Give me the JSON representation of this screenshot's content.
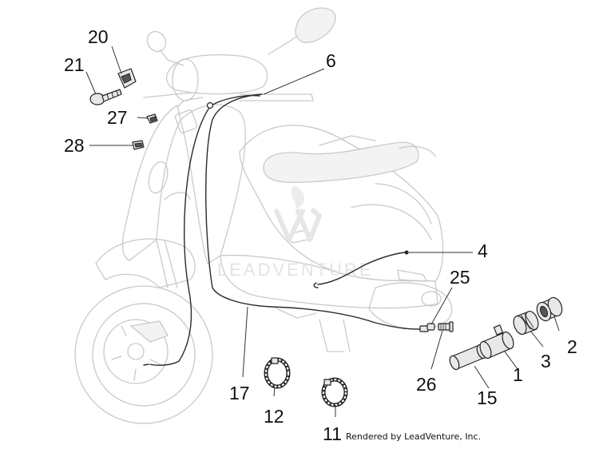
{
  "credit": "Rendered by LeadVenture, Inc.",
  "watermark": {
    "text": "LEADVENTURE",
    "logo": "LV"
  },
  "callouts": {
    "c1": "1",
    "c2": "2",
    "c3": "3",
    "c4": "4",
    "c6": "6",
    "c11": "11",
    "c12": "12",
    "c15": "15",
    "c17": "17",
    "c20": "20",
    "c21": "21",
    "c25": "25",
    "c26": "26",
    "c27": "27",
    "c28": "28"
  }
}
